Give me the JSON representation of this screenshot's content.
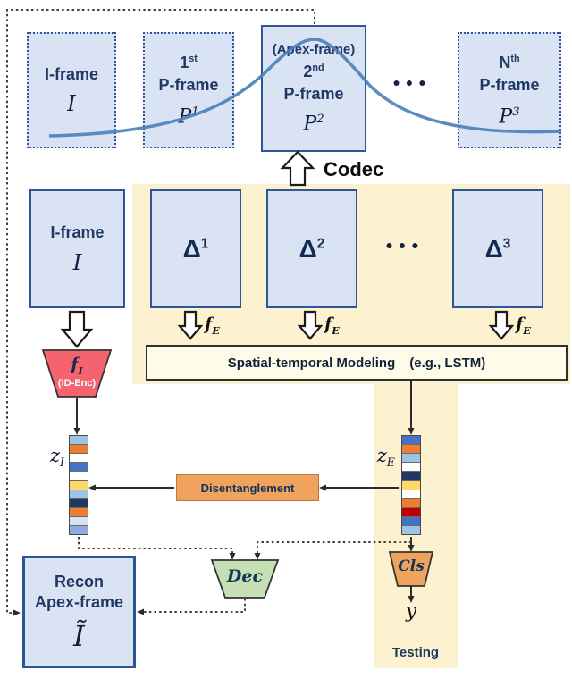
{
  "colors": {
    "yellow_bg": "#fdf2cf",
    "box_fill": "#dae3f3",
    "box_border": "#2e5597",
    "navy": "#1f3864",
    "red_enc": "#f4646e",
    "orange": "#f0a35e",
    "green": "#c5e0b4",
    "curve_blue": "#4a7ebb",
    "stm_fill": "#fefbe8"
  },
  "top": {
    "apex_label": "(Apex-frame)",
    "codec_label": "Codec",
    "ellipsis": "●●●",
    "frames": [
      {
        "title": "I-frame",
        "sym": "I"
      },
      {
        "ord": "1",
        "ordsup": "st",
        "title": "P-frame",
        "sym": "P",
        "sup": "1"
      },
      {
        "ord": "2",
        "ordsup": "nd",
        "title": "P-frame",
        "sym": "P",
        "sup": "2"
      },
      {
        "ord": "N",
        "ordsup": "th",
        "title": "P-frame",
        "sym": "P",
        "sup": "3"
      }
    ]
  },
  "mid": {
    "iframe_title": "I-frame",
    "iframe_sym": "I",
    "ellipsis": "●●●",
    "deltas": [
      {
        "sym": "Δ",
        "sup": "1"
      },
      {
        "sym": "Δ",
        "sup": "2"
      },
      {
        "sym": "Δ",
        "sup": "3"
      }
    ],
    "fe": {
      "base": "f",
      "sub": "E"
    },
    "stm_label": "Spatial-temporal Modeling",
    "stm_paren": "(e.g., LSTM)"
  },
  "left": {
    "fi": {
      "base": "f",
      "sub": "I"
    },
    "fi_sub_label": "(ID-Enc)",
    "zi": {
      "base": "z",
      "sub": "I"
    },
    "recon_line1": "Recon",
    "recon_line2": "Apex-frame",
    "recon_sym": "Ĩ"
  },
  "center": {
    "disentanglement": "Disentanglement",
    "dec": "Dec"
  },
  "right": {
    "ze": {
      "base": "z",
      "sub": "E"
    },
    "cls": "Cls",
    "y": "y",
    "testing": "Testing"
  },
  "bars": {
    "zi": [
      "#9dc3e6",
      "#ed7d31",
      "#ffffff",
      "#4472c4",
      "#ffffff",
      "#ffd966",
      "#9dc3e6",
      "#1f3864",
      "#ed7d31",
      "#dae3f3",
      "#8faadc"
    ],
    "ze": [
      "#4472c4",
      "#ed7d31",
      "#9dc3e6",
      "#ffffff",
      "#1f3864",
      "#ffd966",
      "#ffffff",
      "#ed7d31",
      "#c00000",
      "#4472c4",
      "#9dc3e6"
    ]
  }
}
